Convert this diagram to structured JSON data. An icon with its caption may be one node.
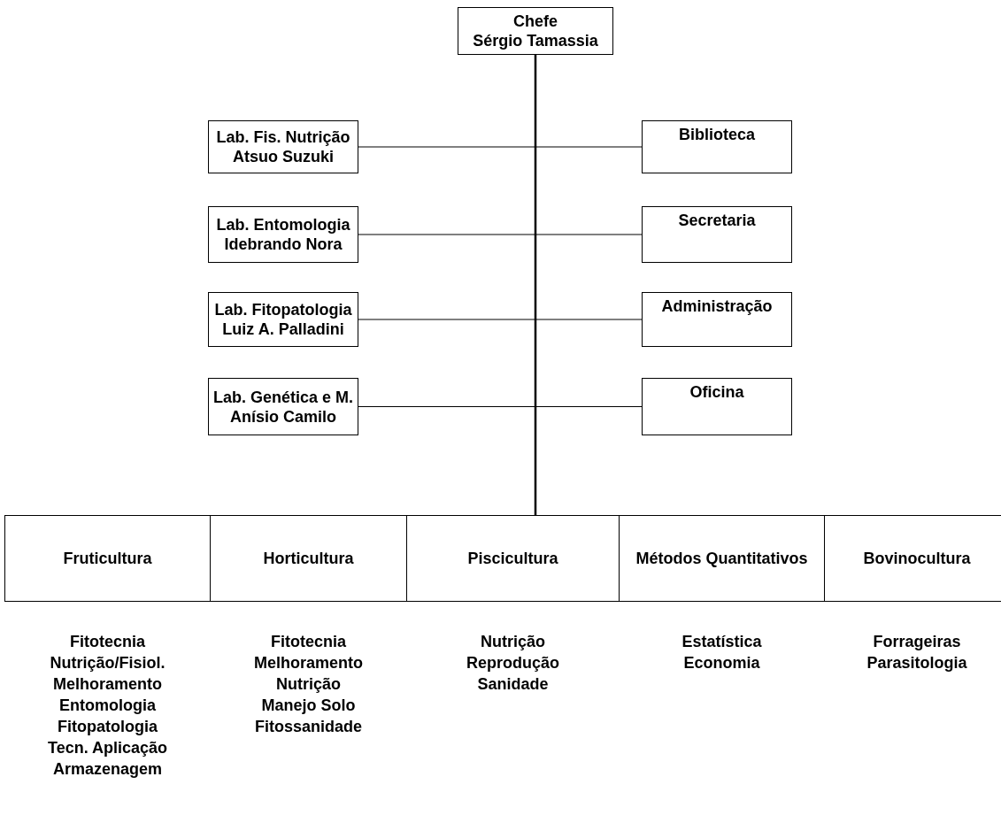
{
  "diagram": {
    "nodes": [
      {
        "text": [
          "Chefe",
          "Sérgio Tamassia"
        ]
      },
      {
        "text": [
          "Lab. Fis. Nutrição",
          "Atsuo Suzuki"
        ]
      },
      {
        "text": [
          "Biblioteca"
        ]
      },
      {
        "text": [
          "Lab. Entomologia",
          "Idebrando Nora"
        ]
      },
      {
        "text": [
          "Secretaria"
        ]
      },
      {
        "text": [
          "Lab. Fitopatologia",
          "Luiz A. Palladini"
        ]
      },
      {
        "text": [
          "Administração"
        ]
      },
      {
        "text": [
          "Lab. Genética e M.",
          "Anísio Camilo"
        ]
      },
      {
        "text": [
          "Oficina"
        ]
      },
      {
        "text": [
          "Fruticultura"
        ],
        "beside": [
          "Fitotecnia",
          "Nutrição/Fisiol.",
          "Melhoramento",
          "Entomologia",
          "Fitopatologia",
          "Tecn. Aplicação",
          "Armazenagem"
        ]
      },
      {
        "text": [
          "Horticultura"
        ],
        "beside": [
          "Fitotecnia",
          "Melhoramento",
          "Nutrição",
          "Manejo Solo",
          "Fitossanidade"
        ]
      },
      {
        "text": [
          "Piscicultura"
        ],
        "beside": [
          "Nutrição",
          "Reprodução",
          "Sanidade"
        ]
      },
      {
        "text": [
          "Métodos Quantitativos"
        ],
        "beside": [
          "Estatística",
          "Economia"
        ]
      },
      {
        "text": [
          "Bovinocultura"
        ],
        "beside": [
          "Forrageiras",
          "Parasitologia"
        ]
      }
    ],
    "edges": [
      {
        "from": 0,
        "to": 1,
        "arrow": "none"
      },
      {
        "from": 0,
        "to": 2,
        "arrow": "none"
      },
      {
        "from": 0,
        "to": 3,
        "arrow": "none"
      },
      {
        "from": 0,
        "to": 4,
        "arrow": "none"
      },
      {
        "from": 0,
        "to": 5,
        "arrow": "none"
      },
      {
        "from": 0,
        "to": 6,
        "arrow": "none"
      },
      {
        "from": 0,
        "to": 7,
        "arrow": "none"
      },
      {
        "from": 0,
        "to": 8,
        "arrow": "none"
      },
      {
        "from": 0,
        "to": 11,
        "arrow": "none"
      }
    ]
  }
}
